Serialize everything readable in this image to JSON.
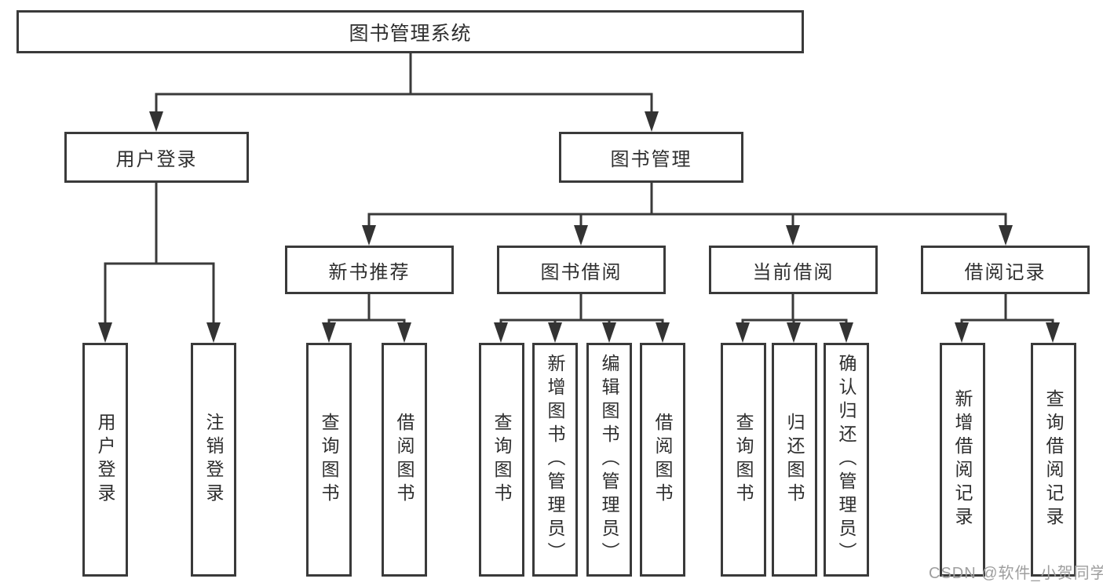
{
  "diagram": {
    "root": {
      "label": "图书管理系统"
    },
    "branches": [
      {
        "label": "用户登录",
        "children": [
          {
            "label": "用户登录"
          },
          {
            "label": "注销登录"
          }
        ]
      },
      {
        "label": "图书管理",
        "children": [
          {
            "label": "新书推荐",
            "children": [
              {
                "label": "查询图书"
              },
              {
                "label": "借阅图书"
              }
            ]
          },
          {
            "label": "图书借阅",
            "children": [
              {
                "label": "查询图书"
              },
              {
                "label": "新增图书（管理员）"
              },
              {
                "label": "编辑图书（管理员）"
              },
              {
                "label": "借阅图书"
              }
            ]
          },
          {
            "label": "当前借阅",
            "children": [
              {
                "label": "查询图书"
              },
              {
                "label": "归还图书"
              },
              {
                "label": "确认归还（管理员）"
              }
            ]
          },
          {
            "label": "借阅记录",
            "children": [
              {
                "label": "新增借阅记录"
              },
              {
                "label": "查询借阅记录"
              }
            ]
          }
        ]
      }
    ]
  },
  "watermark": {
    "text": "CSDN @软件_小贺同学"
  },
  "colors": {
    "line": "#3a3a3a",
    "box_border": "#3a3a3a",
    "text": "#2e2e2e",
    "watermark": "#9e9e9e",
    "background": "#ffffff"
  }
}
